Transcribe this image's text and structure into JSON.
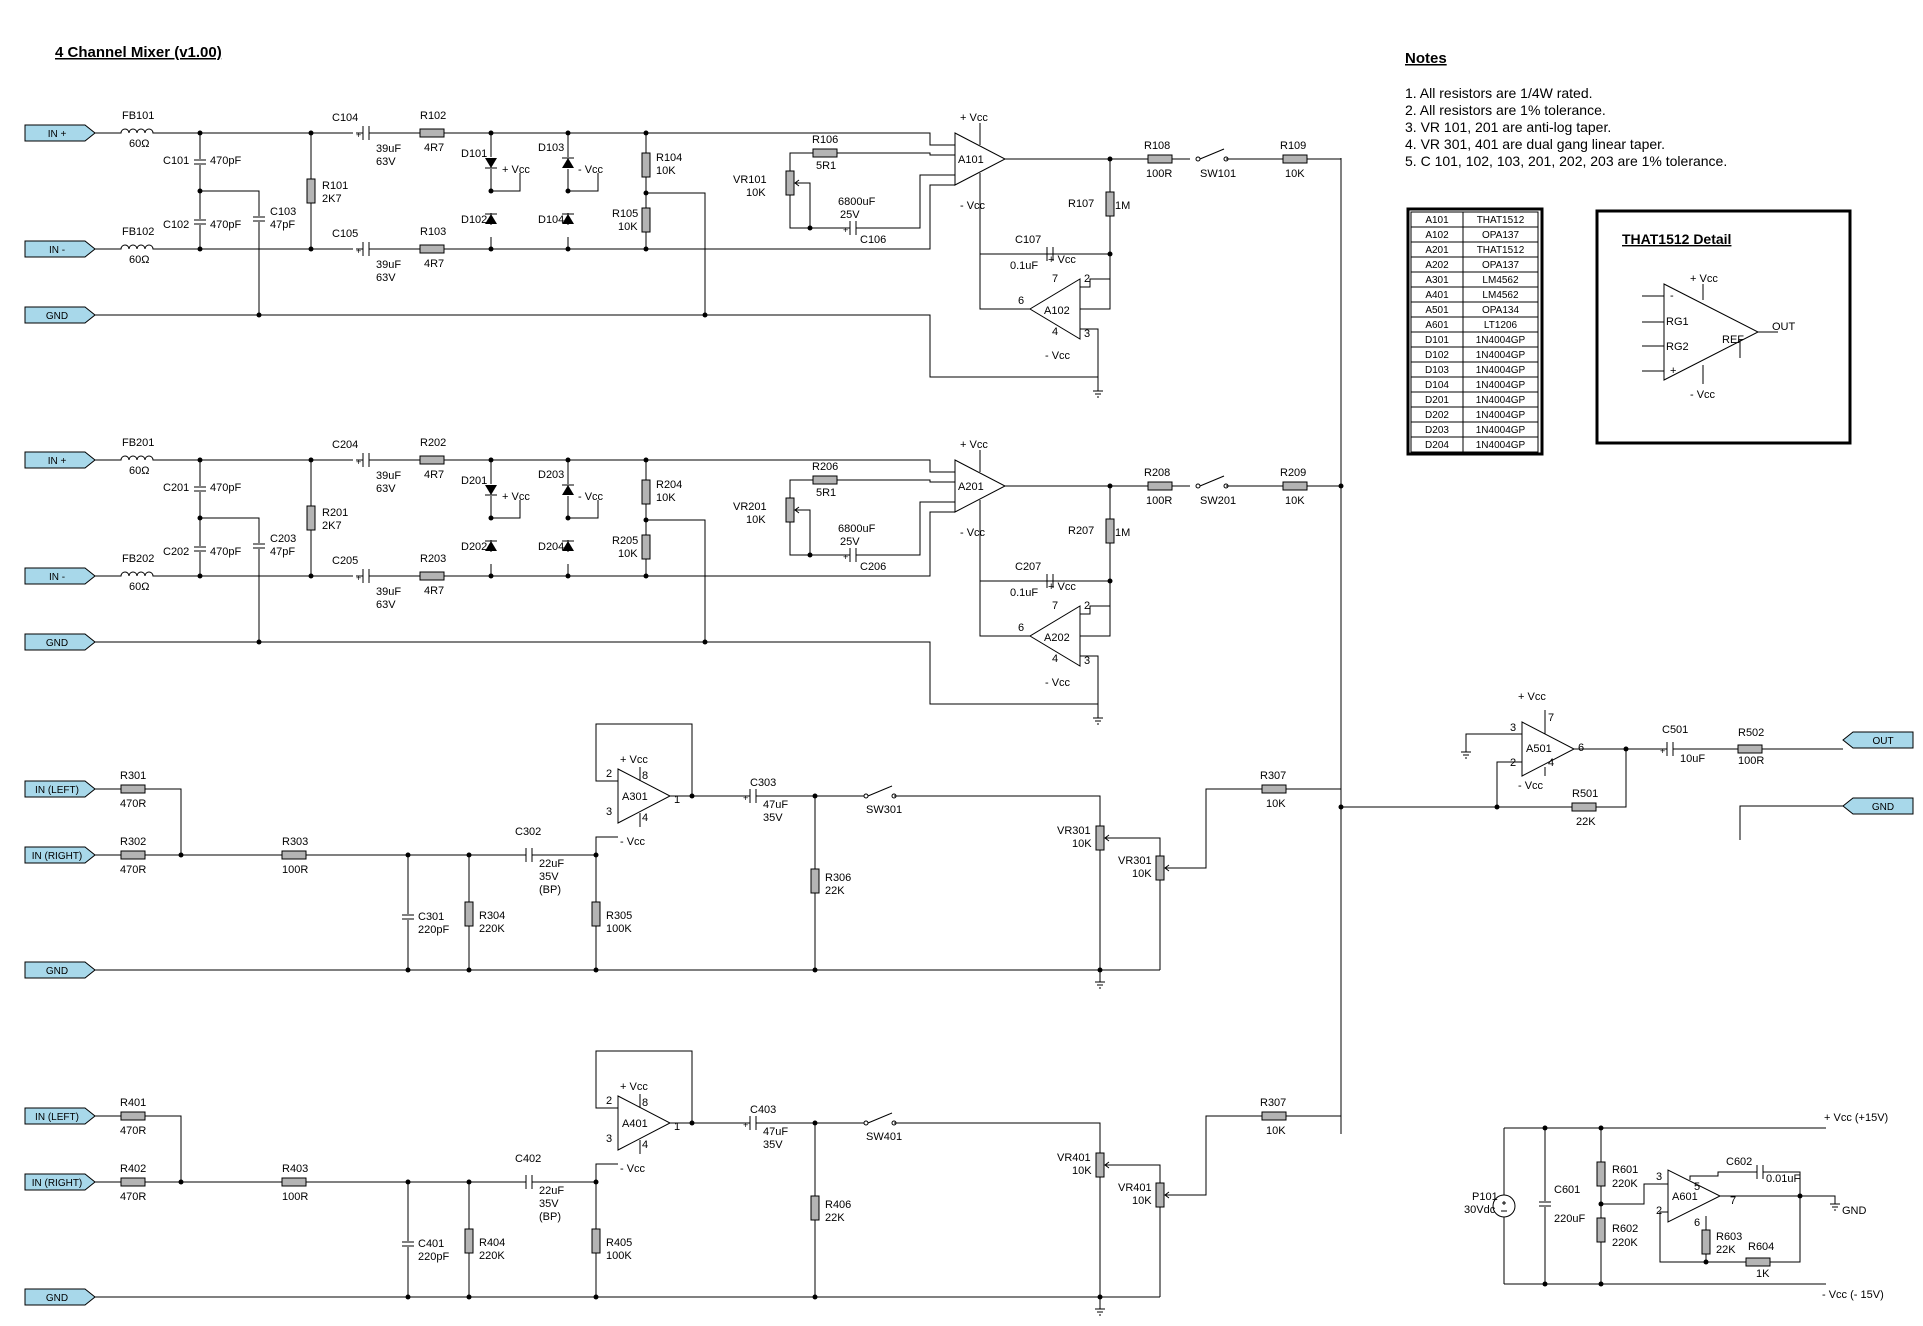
{
  "title": "4 Channel Mixer (v1.00)",
  "notes": {
    "heading": "Notes",
    "items": [
      "1.   All resistors are 1/4W rated.",
      "2.   All resistors are 1% tolerance.",
      "3.   VR 101, 201 are anti-log taper.",
      "4.   VR 301, 401 are dual gang linear taper.",
      "5.   C 101, 102, 103, 201, 202, 203 are 1% tolerance."
    ]
  },
  "bom": [
    [
      "A101",
      "THAT1512"
    ],
    [
      "A102",
      "OPA137"
    ],
    [
      "A201",
      "THAT1512"
    ],
    [
      "A202",
      "OPA137"
    ],
    [
      "A301",
      "LM4562"
    ],
    [
      "A401",
      "LM4562"
    ],
    [
      "A501",
      "OPA134"
    ],
    [
      "A601",
      "LT1206"
    ],
    [
      "D101",
      "1N4004GP"
    ],
    [
      "D102",
      "1N4004GP"
    ],
    [
      "D103",
      "1N4004GP"
    ],
    [
      "D104",
      "1N4004GP"
    ],
    [
      "D201",
      "1N4004GP"
    ],
    [
      "D202",
      "1N4004GP"
    ],
    [
      "D203",
      "1N4004GP"
    ],
    [
      "D204",
      "1N4004GP"
    ]
  ],
  "that_detail": {
    "heading": "THAT1512 Detail",
    "vcc_pos": "+ Vcc",
    "vcc_neg": "- Vcc",
    "minus": "-",
    "plus": "+",
    "rg1": "RG1",
    "rg2": "RG2",
    "ref": "REF",
    "out": "OUT"
  },
  "ports": {
    "in_plus": "IN +",
    "in_minus": "IN -",
    "gnd": "GND",
    "in_left": "IN (LEFT)",
    "in_right": "IN (RIGHT)",
    "out": "OUT"
  },
  "supply": {
    "pos": "+ Vcc",
    "neg": "- Vcc"
  },
  "ch1": {
    "fb_a": [
      "FB101",
      "60Ω"
    ],
    "fb_b": [
      "FB102",
      "60Ω"
    ],
    "c_a": [
      "C101",
      "470pF"
    ],
    "c_b": [
      "C102",
      "470pF"
    ],
    "c_c": [
      "C103",
      "47pF"
    ],
    "r_a": [
      "R101",
      "2K7"
    ],
    "c_in_a": [
      "C104",
      "39uF",
      "63V"
    ],
    "c_in_b": [
      "C105",
      "39uF",
      "63V"
    ],
    "r_in_a": [
      "R102",
      "4R7"
    ],
    "r_in_b": [
      "R103",
      "4R7"
    ],
    "d_a": "D101",
    "d_b": "D102",
    "d_c": "D103",
    "d_d": "D104",
    "r_bias_a": [
      "R104",
      "10K"
    ],
    "r_bias_b": [
      "R105",
      "10K"
    ],
    "r_gain": [
      "R106",
      "5R1"
    ],
    "vr": [
      "VR101",
      "10K"
    ],
    "c_gain": [
      "C106",
      "6800uF",
      "25V"
    ],
    "amp": "A101",
    "servo": "A102",
    "c_servo": [
      "C107",
      "0.1uF"
    ],
    "r_servo": [
      "R107",
      "1M"
    ],
    "r_out_a": [
      "R108",
      "100R"
    ],
    "sw": "SW101",
    "r_out_b": [
      "R109",
      "10K"
    ],
    "pin_a": "6",
    "pin_b": "7",
    "pin_c": "2",
    "pin_d": "4",
    "pin_e": "3"
  },
  "ch2": {
    "fb_a": [
      "FB201",
      "60Ω"
    ],
    "fb_b": [
      "FB202",
      "60Ω"
    ],
    "c_a": [
      "C201",
      "470pF"
    ],
    "c_b": [
      "C202",
      "470pF"
    ],
    "c_c": [
      "C203",
      "47pF"
    ],
    "r_a": [
      "R201",
      "2K7"
    ],
    "c_in_a": [
      "C204",
      "39uF",
      "63V"
    ],
    "c_in_b": [
      "C205",
      "39uF",
      "63V"
    ],
    "r_in_a": [
      "R202",
      "4R7"
    ],
    "r_in_b": [
      "R203",
      "4R7"
    ],
    "d_a": "D201",
    "d_b": "D202",
    "d_c": "D203",
    "d_d": "D204",
    "r_bias_a": [
      "R204",
      "10K"
    ],
    "r_bias_b": [
      "R205",
      "10K"
    ],
    "r_gain": [
      "R206",
      "5R1"
    ],
    "vr": [
      "VR201",
      "10K"
    ],
    "c_gain": [
      "C206",
      "6800uF",
      "25V"
    ],
    "amp": "A201",
    "servo": "A202",
    "c_servo": [
      "C207",
      "0.1uF"
    ],
    "r_servo": [
      "R207",
      "1M"
    ],
    "r_out_a": [
      "R208",
      "100R"
    ],
    "sw": "SW201",
    "r_out_b": [
      "R209",
      "10K"
    ],
    "pin_a": "6",
    "pin_b": "7",
    "pin_c": "2",
    "pin_d": "4",
    "pin_e": "3"
  },
  "ch3": {
    "r_l": [
      "R301",
      "470R"
    ],
    "r_r": [
      "R302",
      "470R"
    ],
    "r_s": [
      "R303",
      "100R"
    ],
    "c_f": [
      "C301",
      "220pF"
    ],
    "r_f": [
      "R304",
      "220K"
    ],
    "c_in": [
      "C302",
      "22uF",
      "35V",
      "(BP)"
    ],
    "r_b": [
      "R305",
      "100K"
    ],
    "amp": "A301",
    "c_out": [
      "C303",
      "47uF",
      "35V"
    ],
    "r_d": [
      "R306",
      "22K"
    ],
    "sw": "SW301",
    "vr_a": [
      "VR301",
      "10K"
    ],
    "vr_b": [
      "VR301",
      "10K"
    ],
    "r_mix": [
      "R307",
      "10K"
    ],
    "pin_a": "2",
    "pin_b": "8",
    "pin_c": "3",
    "pin_d": "4",
    "pin_e": "1"
  },
  "ch4": {
    "r_l": [
      "R401",
      "470R"
    ],
    "r_r": [
      "R402",
      "470R"
    ],
    "r_s": [
      "R403",
      "100R"
    ],
    "c_f": [
      "C401",
      "220pF"
    ],
    "r_f": [
      "R404",
      "220K"
    ],
    "c_in": [
      "C402",
      "22uF",
      "35V",
      "(BP)"
    ],
    "r_b": [
      "R405",
      "100K"
    ],
    "amp": "A401",
    "c_out": [
      "C403",
      "47uF",
      "35V"
    ],
    "r_d": [
      "R406",
      "22K"
    ],
    "sw": "SW401",
    "vr_a": [
      "VR401",
      "10K"
    ],
    "vr_b": [
      "VR401",
      "10K"
    ],
    "r_mix": [
      "R307",
      "10K"
    ],
    "pin_a": "2",
    "pin_b": "8",
    "pin_c": "3",
    "pin_d": "4",
    "pin_e": "1"
  },
  "sum": {
    "amp": "A501",
    "c_out": [
      "C501",
      "10uF"
    ],
    "r_out": [
      "R502",
      "100R"
    ],
    "r_fb": [
      "R501",
      "22K"
    ],
    "pin_a": "3",
    "pin_b": "7",
    "pin_c": "2",
    "pin_d": "4",
    "pin_e": "6"
  },
  "psu": {
    "src": [
      "P101",
      "30Vdc"
    ],
    "c_bulk": [
      "C601",
      "220uF"
    ],
    "r_top": [
      "R601",
      "220K"
    ],
    "r_bot": [
      "R602",
      "220K"
    ],
    "c_dec": [
      "C602",
      "0.01uF"
    ],
    "r_a": [
      "R603",
      "22K"
    ],
    "r_b": [
      "R604",
      "1K"
    ],
    "amp": "A601",
    "pos_rail": "+ Vcc (+15V)",
    "neg_rail": "- Vcc (- 15V)",
    "gnd": "GND",
    "pin_a": "3",
    "pin_b": "5",
    "pin_c": "2",
    "pin_d": "6",
    "pin_e": "7"
  }
}
